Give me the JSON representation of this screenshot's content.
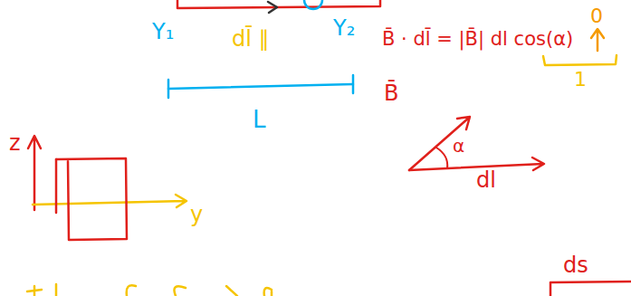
{
  "diagram": {
    "labels": [
      "Y₁",
      "Y₂",
      "dl̄ ∥",
      "L",
      "B̄ · dl̄ = |B̄| dl cos(α)",
      "0",
      "1",
      "B̄",
      "α",
      "dl",
      "z",
      "y",
      "ds"
    ]
  }
}
